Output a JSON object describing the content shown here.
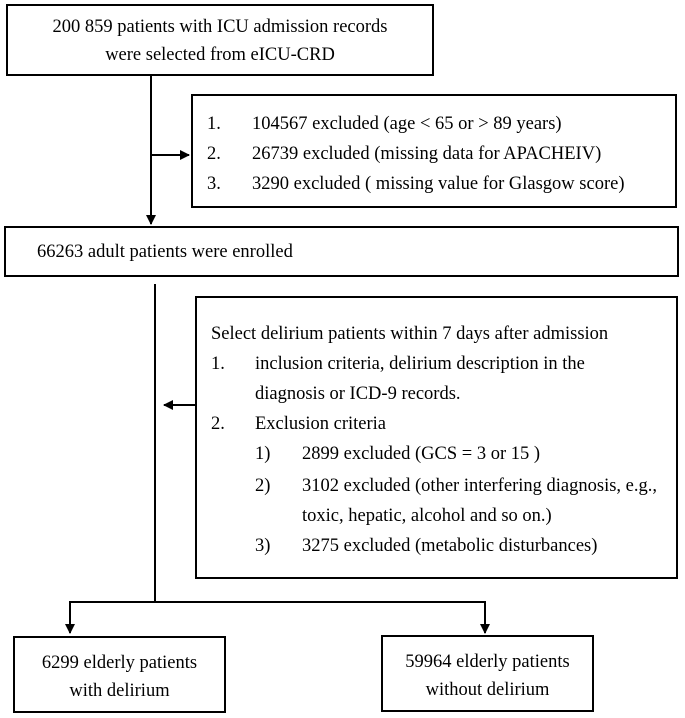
{
  "top_box": {
    "line1": "200 859 patients with ICU admission records",
    "line2": "were selected from eICU-CRD"
  },
  "exclusion_box_1": {
    "items": [
      {
        "num": "1.",
        "text": "104567 excluded (age < 65 or > 89 years)"
      },
      {
        "num": "2.",
        "text": "26739 excluded (missing data for APACHEIV)"
      },
      {
        "num": "3.",
        "text": "3290 excluded ( missing value for Glasgow score)"
      }
    ]
  },
  "enrolled_box": {
    "text": "66263 adult patients were enrolled"
  },
  "selection_box": {
    "heading": "Select delirium patients within 7 days after admission",
    "item1_num": "1.",
    "item1_line1": "inclusion criteria, delirium description in the",
    "item1_line2": "diagnosis or ICD-9 records.",
    "item2_num": "2.",
    "item2_text": "Exclusion criteria",
    "sub": [
      {
        "num": "1)",
        "line1": "2899 excluded (GCS = 3 or 15 )",
        "line2": ""
      },
      {
        "num": "2)",
        "line1": "3102 excluded (other interfering diagnosis, e.g.,",
        "line2": "toxic, hepatic, alcohol and so on.)"
      },
      {
        "num": "3)",
        "line1": "3275 excluded (metabolic disturbances)",
        "line2": ""
      }
    ]
  },
  "outcome_left": {
    "line1": "6299 elderly patients",
    "line2": "with delirium"
  },
  "outcome_right": {
    "line1": "59964 elderly patients",
    "line2": "without delirium"
  }
}
